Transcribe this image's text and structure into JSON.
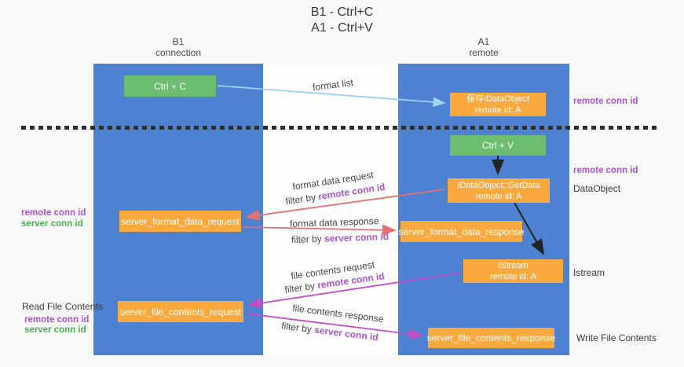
{
  "title": {
    "line1": "B1 - Ctrl+C",
    "line2": "A1 - Ctrl+V"
  },
  "columns": {
    "left": {
      "name": "B1",
      "role": "connection"
    },
    "right": {
      "name": "A1",
      "role": "remote"
    }
  },
  "nodes": {
    "ctrl_c": {
      "label": "Ctrl + C"
    },
    "ctrl_v": {
      "label": "Ctrl + V"
    },
    "save_dataobject": {
      "line1": "保存IDataObject",
      "line2": "remote id: A"
    },
    "getdata": {
      "line1": "IDataObject::GetData",
      "line2": "remote id: A"
    },
    "istream": {
      "line1": "IStream",
      "line2": "remote id: A"
    },
    "format_request": {
      "label": "server_format_data_request"
    },
    "format_response": {
      "label": "server_format_data_response"
    },
    "file_request": {
      "label": "server_file_contents_request"
    },
    "file_response": {
      "label": "server_file_contents_response"
    }
  },
  "flow_labels": {
    "format_list": "format list",
    "format_data_request": "format data request",
    "format_data_response": "format data response",
    "file_contents_request": "file contents request",
    "file_contents_response": "file contents response",
    "filter_prefix": "filter by",
    "remote_conn_id": "remote conn id",
    "server_conn_id": "server conn id"
  },
  "annotations": {
    "remote_conn_id_top": "remote conn id",
    "remote_conn_id_mid": "remote conn id",
    "dataobject": "DataObject",
    "istream": "Istream",
    "write_file_contents": "Write File Contents",
    "read_file_contents": "Read File Contents",
    "left_mid": {
      "remote": "remote conn id",
      "server": "server conn id"
    },
    "left_bottom": {
      "remote": "remote conn id",
      "server": "server conn id"
    }
  },
  "colors": {
    "column_blue": "#4d82d3",
    "box_green": "#6dbd70",
    "box_orange": "#f9a93d",
    "arrow_red": "#e57070",
    "arrow_magenta": "#c44fc4",
    "arrow_light_blue": "#9fd2ef",
    "arrow_black": "#222222",
    "text_purple": "#a855c8",
    "text_green": "#4caf50"
  }
}
